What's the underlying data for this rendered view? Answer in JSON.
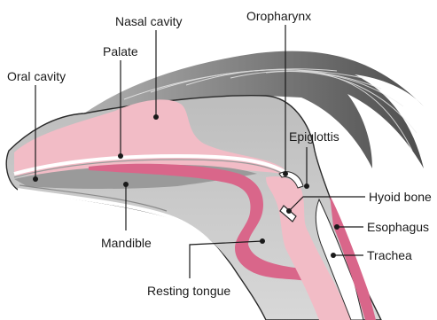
{
  "labels": {
    "nasal_cavity": "Nasal cavity",
    "oropharynx": "Oropharynx",
    "palate": "Palate",
    "oral_cavity": "Oral cavity",
    "epiglottis": "Epiglottis",
    "hyoid_bone": "Hyoid bone",
    "esophagus": "Esophagus",
    "trachea": "Trachea",
    "mandible": "Mandible",
    "resting_tongue": "Resting tongue"
  },
  "colors": {
    "head": "#c9c9c9",
    "head_dark": "#9a9a9a",
    "mane": "#8a8a8a",
    "pink_light": "#f2bcc6",
    "tongue": "#d9668a",
    "outline": "#2a2a2a"
  }
}
